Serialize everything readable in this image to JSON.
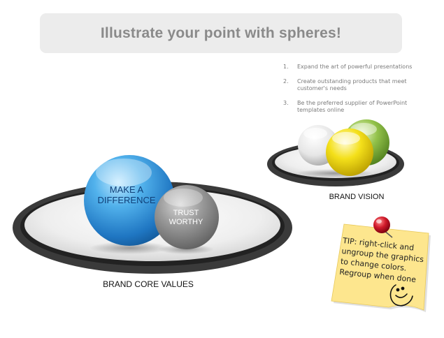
{
  "slide": {
    "title": "Illustrate your point with spheres!",
    "vision_list": [
      {
        "number": "1.",
        "text": "Expand  the art of powerful presentations"
      },
      {
        "number": "2.",
        "text": "Create outstanding products that meet customer's needs"
      },
      {
        "number": "3.",
        "text": "Be  the preferred supplier of PowerPoint templates online"
      }
    ],
    "core_values": {
      "label": "BRAND CORE VALUES",
      "big_sphere_line1": "MAKE A",
      "big_sphere_line2": "DIFFERENCE",
      "small_sphere_line1": "TRUST",
      "small_sphere_line2": "WORTHY"
    },
    "vision": {
      "label": "BRAND VISION"
    },
    "tip": {
      "text": "TIP: right-click and ungroup the graphics to change colors. Regroup when done"
    }
  },
  "colors": {
    "title_bg": "#ececec",
    "title_text": "#8a8a8a",
    "blue_sphere": "#2f8fd6",
    "gray_sphere": "#8c8c8c",
    "green_sphere": "#7fb03a",
    "yellow_sphere": "#f2dc18",
    "white_sphere": "#e8e8e8",
    "sticky_note": "#fde68e",
    "pin": "#c8102e"
  },
  "icons": [
    "push-pin-icon",
    "smiley-face-icon"
  ]
}
